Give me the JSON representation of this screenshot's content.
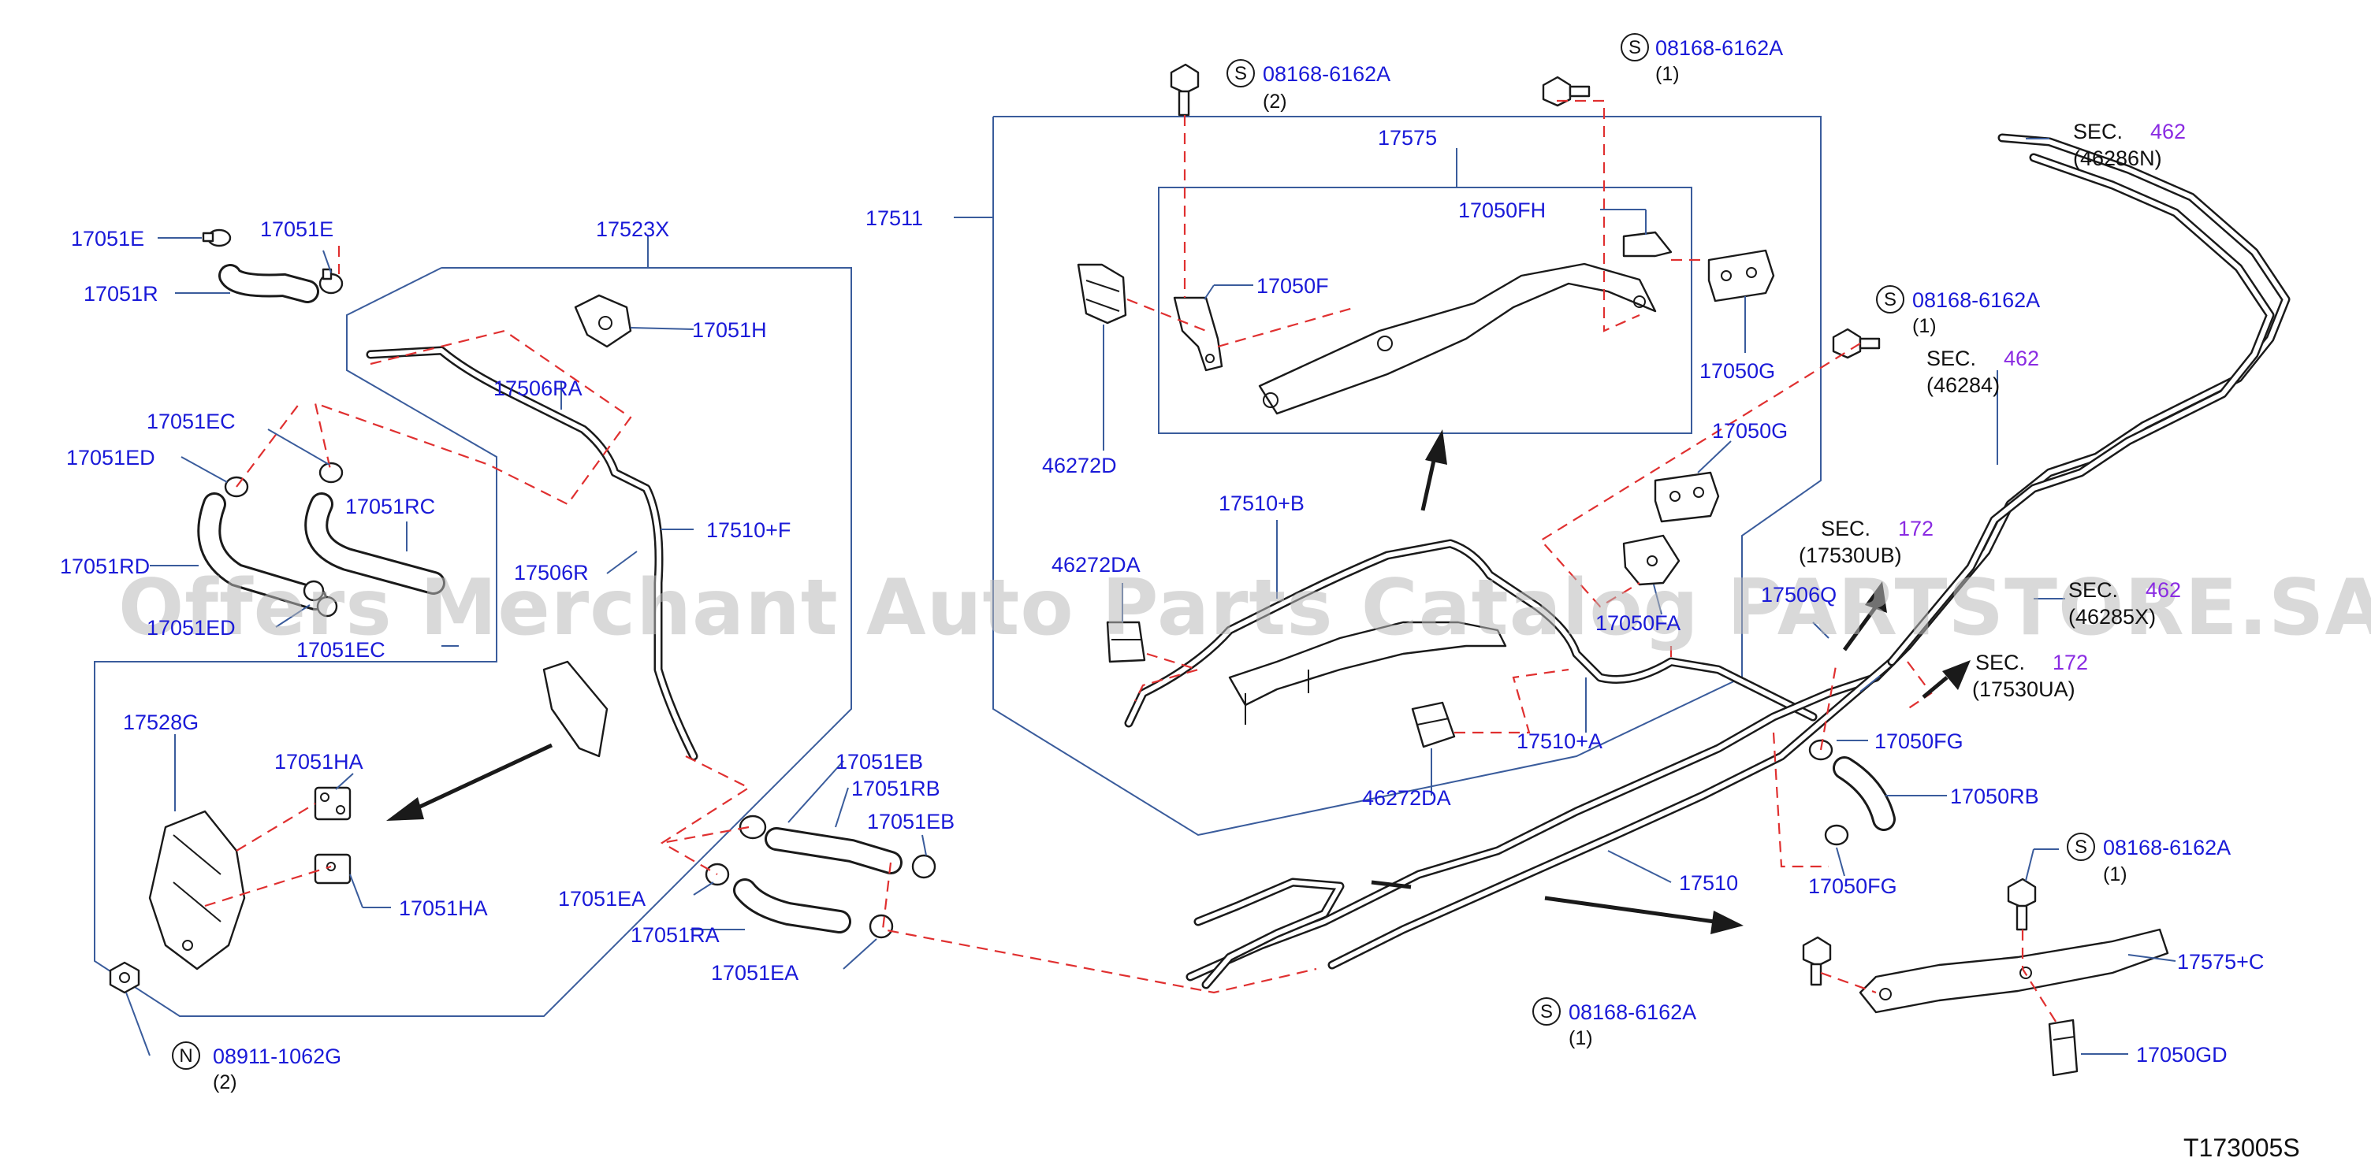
{
  "drawing_code": "T173005S",
  "watermark": "Offers Merchant Auto Parts Catalog PARTSTORE.SA",
  "part_labels": {
    "p17051E_a": "17051E",
    "p17051E_b": "17051E",
    "p17051R": "17051R",
    "p17523X": "17523X",
    "p17051H": "17051H",
    "p17506RA": "17506RA",
    "p17051EC_a": "17051EC",
    "p17051ED": "17051ED",
    "p17051RC": "17051RC",
    "p17510F": "17510+F",
    "p17506R": "17506R",
    "p17051RD": "17051RD",
    "p17051ED_b": "17051ED",
    "p17051EC_b": "17051EC",
    "p17528G": "17528G",
    "p17051HA_a": "17051HA",
    "p17051HA_b": "17051HA",
    "p17051EB_a": "17051EB",
    "p17051RB": "17051RB",
    "p17051EB_b": "17051EB",
    "p17051EA_a": "17051EA",
    "p17051RA": "17051RA",
    "p17051EA_b": "17051EA",
    "p17511": "17511",
    "p17575": "17575",
    "p17050FH": "17050FH",
    "p17050F": "17050F",
    "p46272D": "46272D",
    "p17050G_a": "17050G",
    "p17050G_b": "17050G",
    "p17510B": "17510+B",
    "p46272DA_a": "46272DA",
    "p17050FA": "17050FA",
    "p17510A": "17510+A",
    "p46272DA_b": "46272DA",
    "p17506Q": "17506Q",
    "p17050FG": "17050FG",
    "p17050RB": "17050RB",
    "p17510": "17510",
    "p17050FG_b": "17050FG",
    "p17575C": "17575+C",
    "p17050GD": "17050GD"
  },
  "fasteners": {
    "f1_symbol": "S",
    "f1_part": "08168-6162A",
    "f1_qty": "(2)",
    "f2_symbol": "S",
    "f2_part": "08168-6162A",
    "f2_qty": "(1)",
    "f3_symbol": "S",
    "f3_part": "08168-6162A",
    "f3_qty": "(1)",
    "f4_symbol": "S",
    "f4_part": "08168-6162A",
    "f4_qty": "(1)",
    "f5_symbol": "S",
    "f5_part": "08168-6162A",
    "f5_qty": "(1)",
    "f6_symbol": "N",
    "f6_part": "08911-1062G",
    "f6_qty": "(2)"
  },
  "section_refs": {
    "s1_word": "SEC.",
    "s1_num": "462",
    "s1_part": "(46286N)",
    "s2_word": "SEC.",
    "s2_num": "462",
    "s2_part": "(46284)",
    "s3_word": "SEC.",
    "s3_num": "172",
    "s3_part": "(17530UB)",
    "s4_word": "SEC.",
    "s4_num": "462",
    "s4_part": "(46285X)",
    "s5_word": "SEC.",
    "s5_num": "172",
    "s5_part": "(17530UA)"
  },
  "colors": {
    "label": "#1a1ad8",
    "section_number": "#8a2be2",
    "leader": "#3a5c9c",
    "dashed_connector": "#e03030",
    "linework": "#1a1a1a"
  }
}
